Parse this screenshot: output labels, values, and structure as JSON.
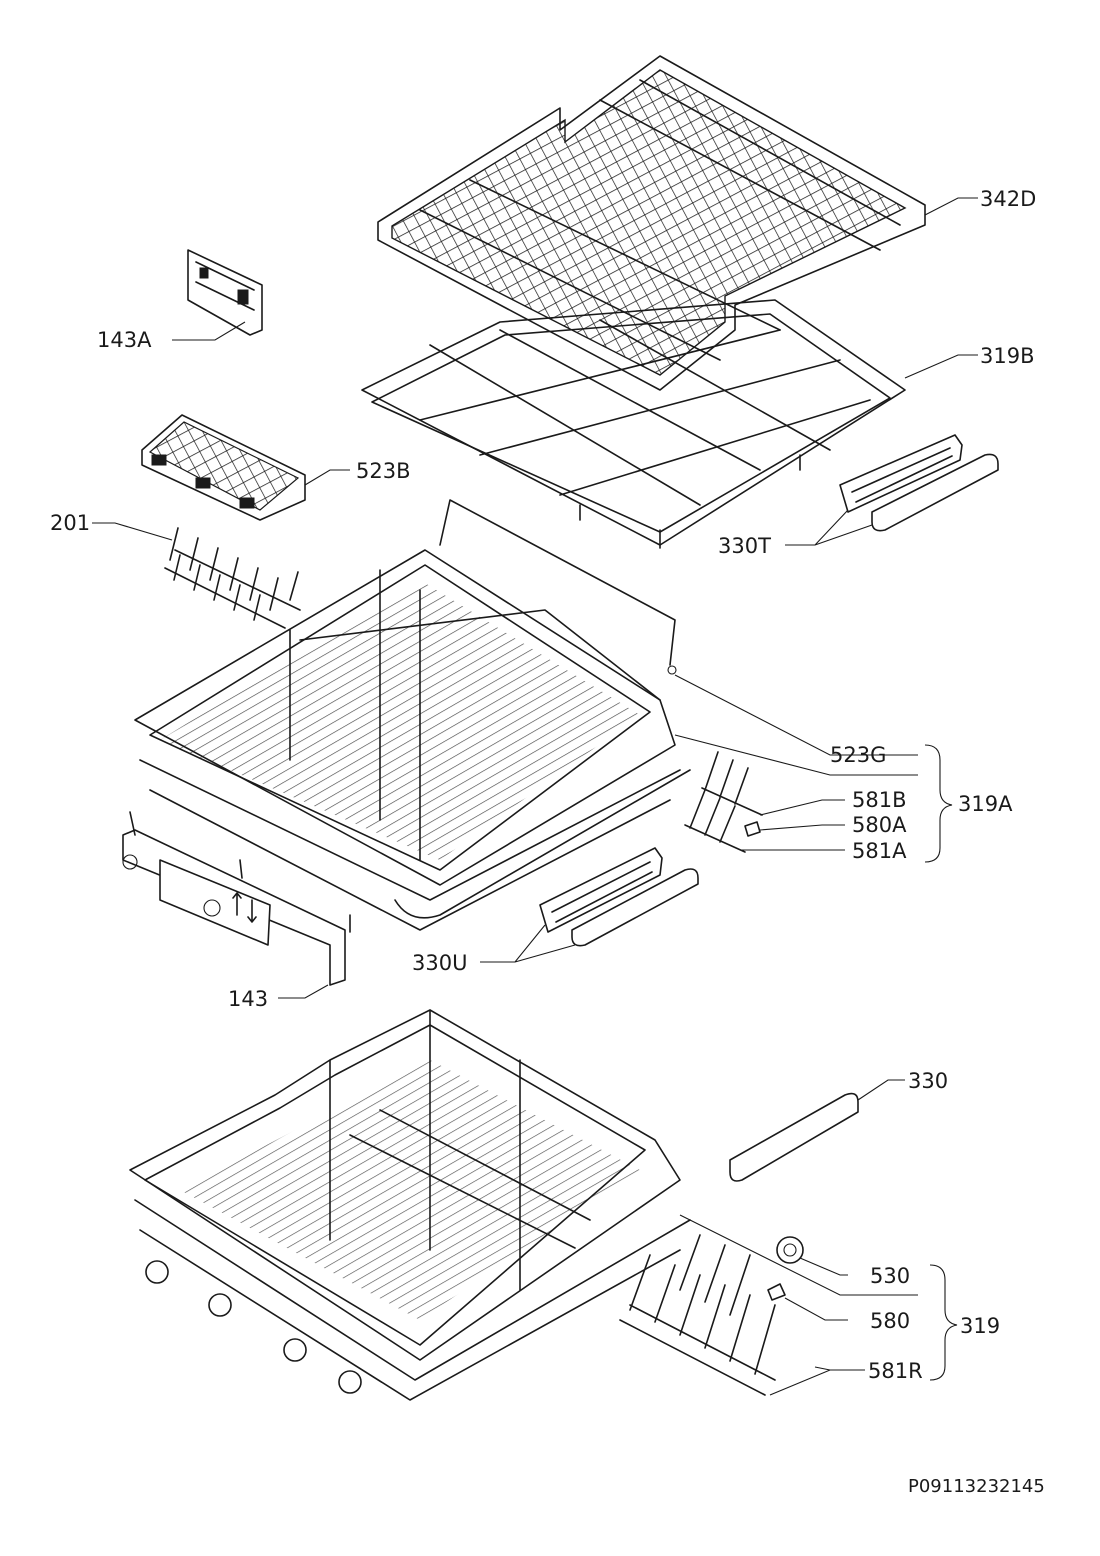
{
  "labels": {
    "p342D": "342D",
    "p143A": "143A",
    "p319B": "319B",
    "p523B": "523B",
    "p201": "201",
    "p330T": "330T",
    "p523G": "523G",
    "p581B": "581B",
    "p580A": "580A",
    "p581A": "581A",
    "p319A": "319A",
    "p330U": "330U",
    "p143": "143",
    "p330": "330",
    "p530": "530",
    "p580": "580",
    "p319": "319",
    "p581R": "581R"
  },
  "drawing_code": "P09113232145"
}
